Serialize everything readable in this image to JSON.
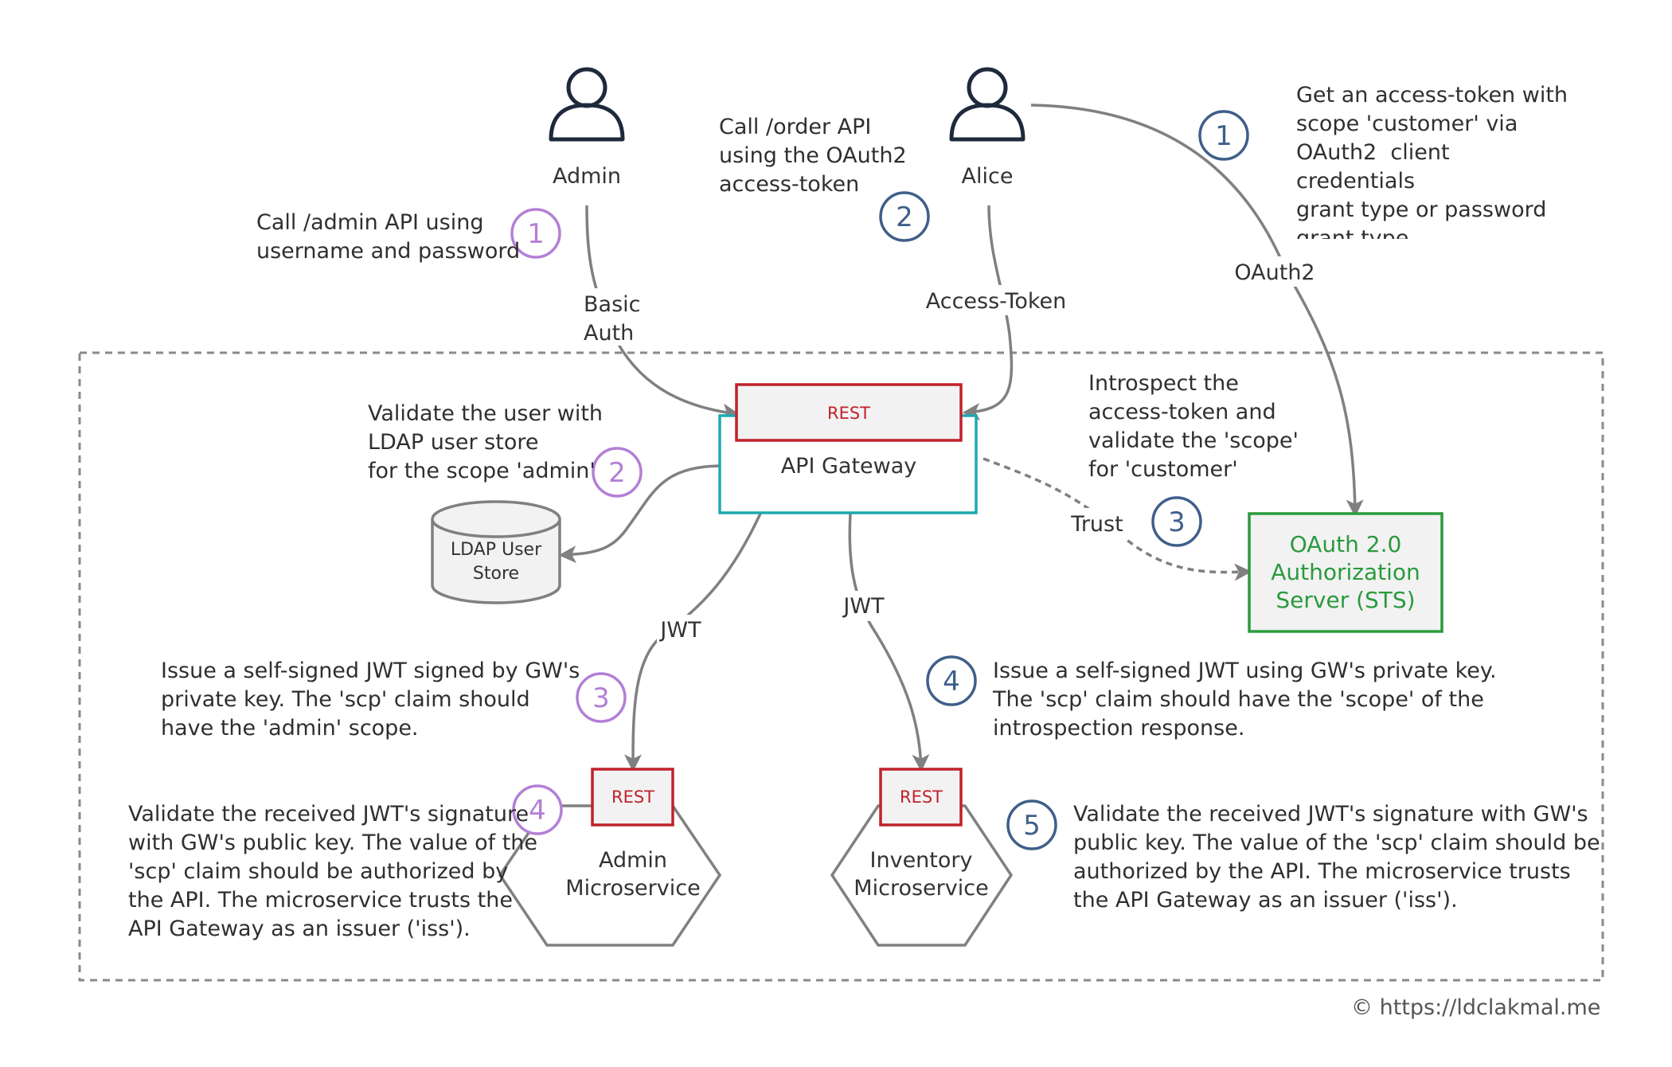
{
  "actors": {
    "admin": "Admin",
    "alice": "Alice"
  },
  "components": {
    "gateway_rest": "REST",
    "gateway": "API Gateway",
    "ldap_line1": "LDAP User",
    "ldap_line2": "Store",
    "sts_line1": "OAuth 2.0",
    "sts_line2": "Authorization",
    "sts_line3": "Server (STS)",
    "admin_ms_rest": "REST",
    "admin_ms_line1": "Admin",
    "admin_ms_line2": "Microservice",
    "inv_ms_rest": "REST",
    "inv_ms_line1": "Inventory",
    "inv_ms_line2": "Microservice"
  },
  "edges": {
    "basic_auth_1": "Basic",
    "basic_auth_2": "Auth",
    "access_token": "Access-Token",
    "oauth2": "OAuth2",
    "trust": "Trust",
    "jwt_admin": "JWT",
    "jwt_inventory": "JWT"
  },
  "admin_flow": {
    "step1_num": "1",
    "step1": "Call /admin API using\nusername and password",
    "step2_num": "2",
    "step2": "Validate the user with\nLDAP user store\nfor the scope 'admin'",
    "step3_num": "3",
    "step3": "Issue a self-signed JWT signed by GW's\nprivate key. The 'scp' claim should\nhave the 'admin' scope.",
    "step4_num": "4",
    "step4": "Validate the received JWT's signature\nwith GW's public key. The value of the\n'scp' claim should be authorized by\nthe API. The microservice trusts the\nAPI Gateway as an issuer ('iss')."
  },
  "customer_flow": {
    "step1_num": "1",
    "step1": "Get an access-token with\nscope 'customer' via\nOAuth2  client\ncredentials\ngrant type or password\ngrant type",
    "step2_num": "2",
    "step2": "Call /order API\nusing the OAuth2\naccess-token",
    "step3_num": "3",
    "step3": "Introspect the\naccess-token and\nvalidate the 'scope'\nfor 'customer'",
    "step4_num": "4",
    "step4": "Issue a self-signed JWT using GW's private key.\nThe 'scp' claim should have the 'scope' of the\nintrospection response.",
    "step5_num": "5",
    "step5": "Validate the received JWT's signature with GW's\npublic key. The value of the 'scp' claim should be\nauthorized by the API. The microservice trusts\nthe API Gateway as an issuer ('iss')."
  },
  "footer": {
    "copyright": "© https://ldclakmal.me"
  },
  "colors": {
    "purple": "#b47fd6",
    "blue": "#3f5f8a",
    "rest_red": "#c0222a",
    "gateway_teal": "#1fa8b0",
    "sts_green": "#2b9a3d",
    "line_gray": "#808080",
    "actor_navy": "#1e2a3c"
  },
  "icons": [
    "person-icon",
    "database-icon",
    "hexagon-icon",
    "arrow-icon"
  ]
}
